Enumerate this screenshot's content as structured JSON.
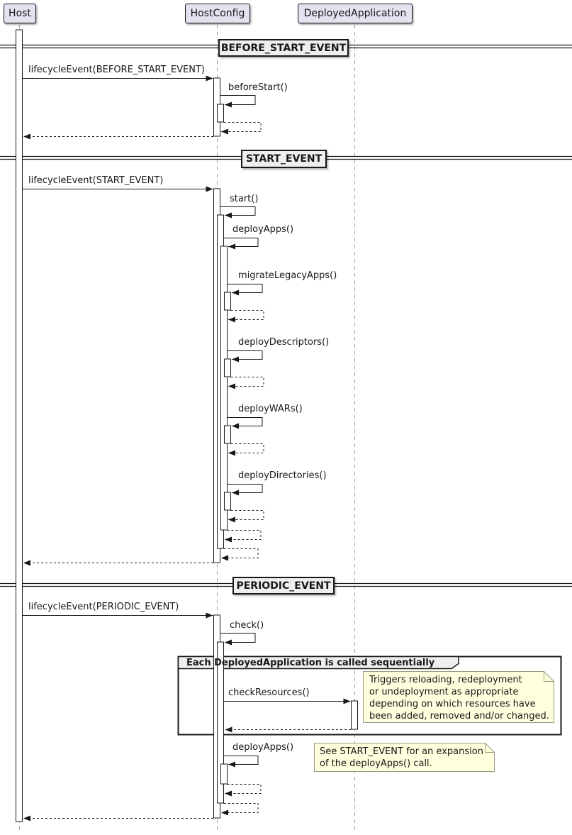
{
  "diagram_type": "uml-sequence-diagram",
  "participants": [
    {
      "label": "Host"
    },
    {
      "label": "HostConfig"
    },
    {
      "label": "DeployedApplication"
    }
  ],
  "sections": [
    {
      "divider": "BEFORE_START_EVENT"
    },
    {
      "divider": "START_EVENT"
    },
    {
      "divider": "PERIODIC_EVENT"
    }
  ],
  "messages": {
    "lifecycle_before_start": "lifecycleEvent(BEFORE_START_EVENT)",
    "before_start": "beforeStart()",
    "lifecycle_start": "lifecycleEvent(START_EVENT)",
    "start": "start()",
    "deploy_apps": "deployApps()",
    "migrate_legacy_apps": "migrateLegacyApps()",
    "deploy_descriptors": "deployDescriptors()",
    "deploy_wars": "deployWARs()",
    "deploy_directories": "deployDirectories()",
    "lifecycle_periodic": "lifecycleEvent(PERIODIC_EVENT)",
    "check": "check()",
    "check_resources": "checkResources()",
    "deploy_apps_periodic": "deployApps()"
  },
  "group": {
    "label": "Each DeployedApplication is called sequentially"
  },
  "notes": [
    {
      "text": "Triggers reloading, redeployment\nor undeployment as appropriate\ndepending on which resources have\nbeen added, removed and/or changed."
    },
    {
      "text": "See START_EVENT for an expansion\nof the deployApps() call."
    }
  ],
  "colors": {
    "participant_fill": "#E2E2F0",
    "divider_fill": "#EEEEEE",
    "group_header_fill": "#EEEEEE",
    "note_fill": "#FEFFDD",
    "line": "#181818",
    "lifeline": "#A0A0A0",
    "background": "#FFFFFF"
  }
}
